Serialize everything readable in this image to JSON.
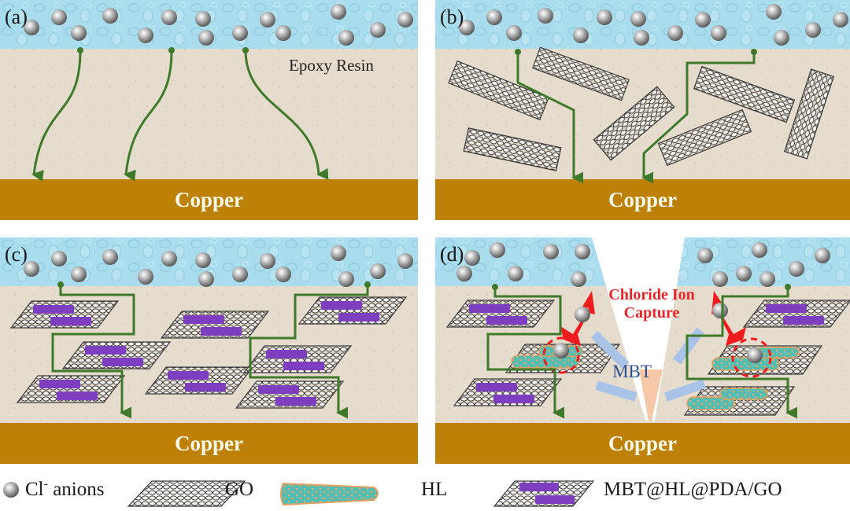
{
  "figure": {
    "panels": [
      {
        "id": "a",
        "label": "(a)",
        "layer_top_label": "Epoxy Resin",
        "substrate_label": "Copper",
        "description": "Pure epoxy: chloride ions diffuse directly to copper"
      },
      {
        "id": "b",
        "label": "(b)",
        "substrate_label": "Copper",
        "description": "GO/epoxy: randomly oriented GO sheets lengthen diffusion path"
      },
      {
        "id": "c",
        "label": "(c)",
        "substrate_label": "Copper",
        "description": "MBT@HL@PDA/GO/epoxy: aligned sheets create tortuous path"
      },
      {
        "id": "d",
        "label": "(d)",
        "substrate_label": "Copper",
        "annotation_capture_line1": "Chloride Ion",
        "annotation_capture_line2": "Capture",
        "annotation_inhibitor": "MBT",
        "description": "Damaged coating: MBT released and chloride ions captured"
      }
    ],
    "legend": [
      {
        "icon": "chloride-anion-sphere",
        "label": "Cl",
        "superscript": "-",
        "label_suffix": " anions"
      },
      {
        "icon": "graphene-oxide-sheet",
        "label": "GO"
      },
      {
        "icon": "halloysite-nanotube",
        "label": "HL"
      },
      {
        "icon": "loaded-go-sheet",
        "label": "MBT@HL@PDA/GO"
      }
    ],
    "colors": {
      "water": "#a8dcec",
      "epoxy": "#e6dccd",
      "copper": "#bd8108",
      "diffusion_path": "#3f7a2a",
      "chloride_ion": "#9a9a9a",
      "graphene_outline": "#3a3a3a",
      "mbt_bar": "#7d3fbf",
      "capture_red": "#ee1c1c",
      "mbt_arrow": "#a9c3e8",
      "halloysite": "#4fb8b0"
    }
  }
}
